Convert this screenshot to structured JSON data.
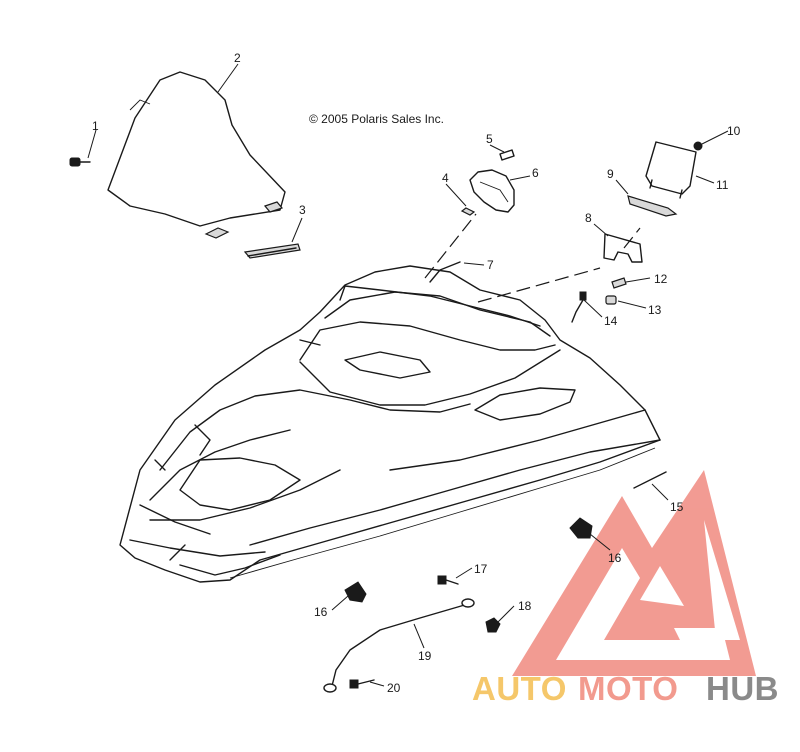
{
  "copyright": "© 2005 Polaris Sales Inc.",
  "callouts": [
    {
      "id": "c1",
      "label": "1"
    },
    {
      "id": "c2",
      "label": "2"
    },
    {
      "id": "c3",
      "label": "3"
    },
    {
      "id": "c4",
      "label": "4"
    },
    {
      "id": "c5",
      "label": "5"
    },
    {
      "id": "c6",
      "label": "6"
    },
    {
      "id": "c7",
      "label": "7"
    },
    {
      "id": "c8",
      "label": "8"
    },
    {
      "id": "c9",
      "label": "9"
    },
    {
      "id": "c10",
      "label": "10"
    },
    {
      "id": "c11",
      "label": "11"
    },
    {
      "id": "c12",
      "label": "12"
    },
    {
      "id": "c13",
      "label": "13"
    },
    {
      "id": "c14",
      "label": "14"
    },
    {
      "id": "c15",
      "label": "15"
    },
    {
      "id": "c16a",
      "label": "16"
    },
    {
      "id": "c16b",
      "label": "16"
    },
    {
      "id": "c17",
      "label": "17"
    },
    {
      "id": "c18",
      "label": "18"
    },
    {
      "id": "c19",
      "label": "19"
    },
    {
      "id": "c20",
      "label": "20"
    }
  ],
  "watermark": {
    "part1": "AUTO",
    "part2": "MOTO",
    "part3": "HUB",
    "colors": {
      "part1": "#f5c76a",
      "part2": "#f29a8e",
      "part3": "#8a8a8a",
      "logo": "#f08a80"
    }
  }
}
